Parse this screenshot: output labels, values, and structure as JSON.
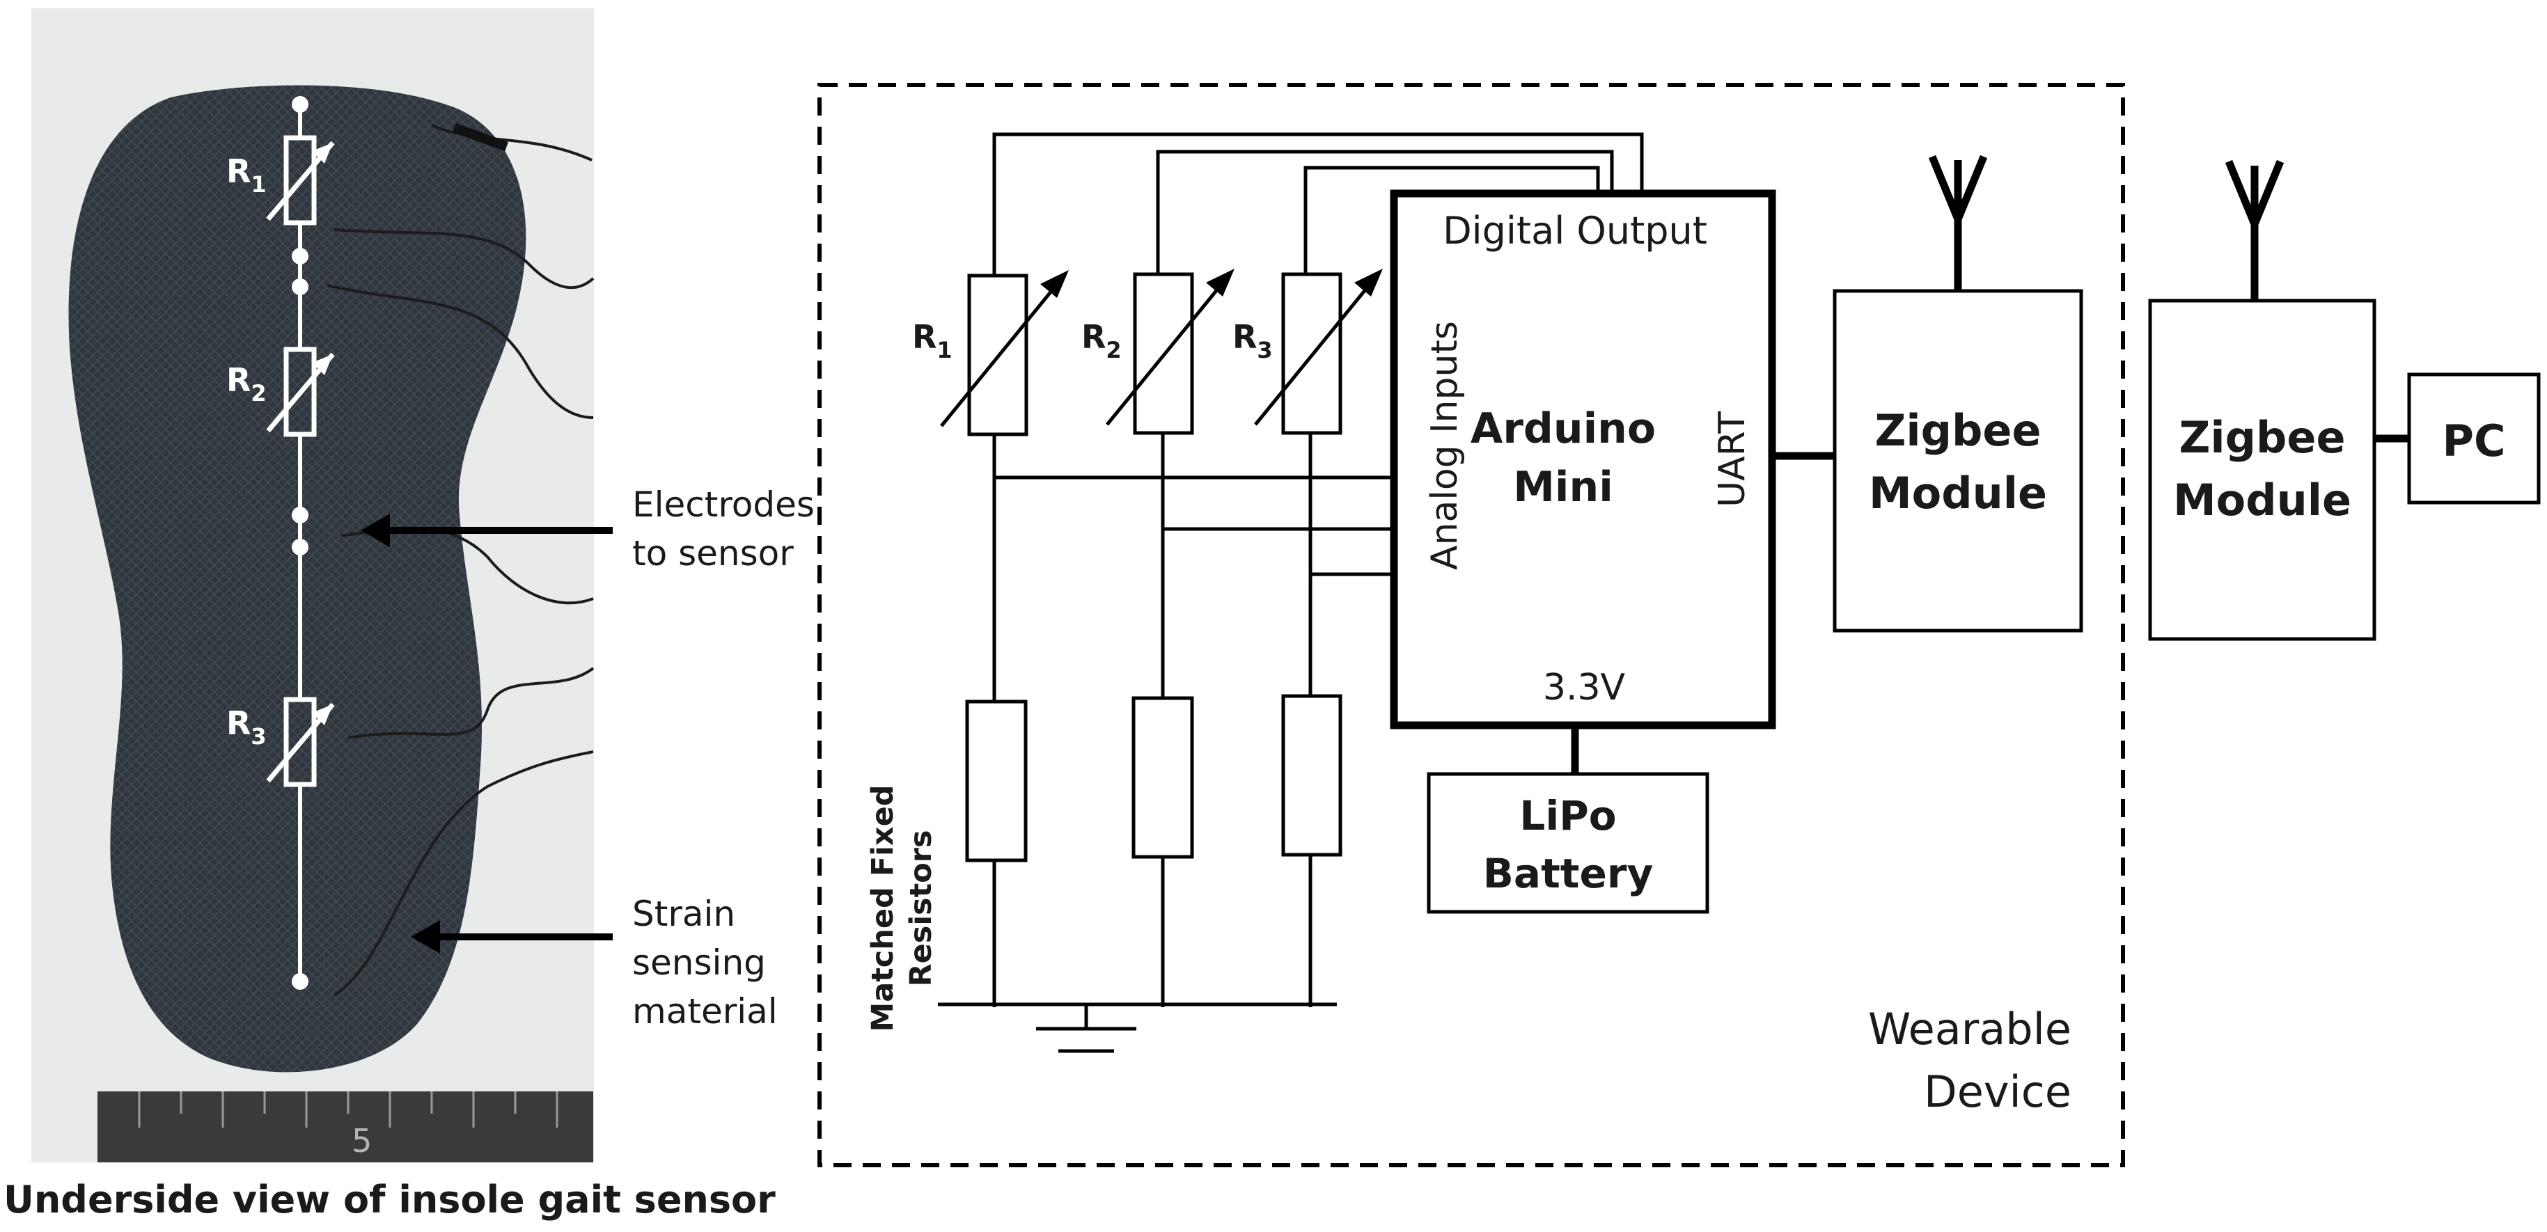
{
  "photo": {
    "resistor_labels": [
      "R",
      "R",
      "R"
    ],
    "resistor_subscripts": [
      "1",
      "2",
      "3"
    ],
    "annotation_electrodes": [
      "Electrodes",
      "to sensor"
    ],
    "annotation_material": [
      "Strain",
      "sensing",
      "material"
    ],
    "caption": "Underside view of insole gait sensor",
    "ruler_number": "5"
  },
  "circuit": {
    "resistor_labels": [
      "R",
      "R",
      "R"
    ],
    "resistor_subscripts": [
      "1",
      "2",
      "3"
    ],
    "digital_output": "Digital Output",
    "analog_inputs": "Analog Inputs",
    "arduino_line1": "Arduino",
    "arduino_line2": "Mini",
    "uart": "UART",
    "voltage": "3.3V",
    "battery_line1": "LiPo",
    "battery_line2": "Battery",
    "fixed_resistors_line1": "Matched Fixed",
    "fixed_resistors_line2": "Resistors",
    "zigbee_line1": "Zigbee",
    "zigbee_line2": "Module",
    "wearable_line1": "Wearable",
    "wearable_line2": "Device"
  },
  "external": {
    "zigbee_line1": "Zigbee",
    "zigbee_line2": "Module",
    "pc": "PC"
  }
}
